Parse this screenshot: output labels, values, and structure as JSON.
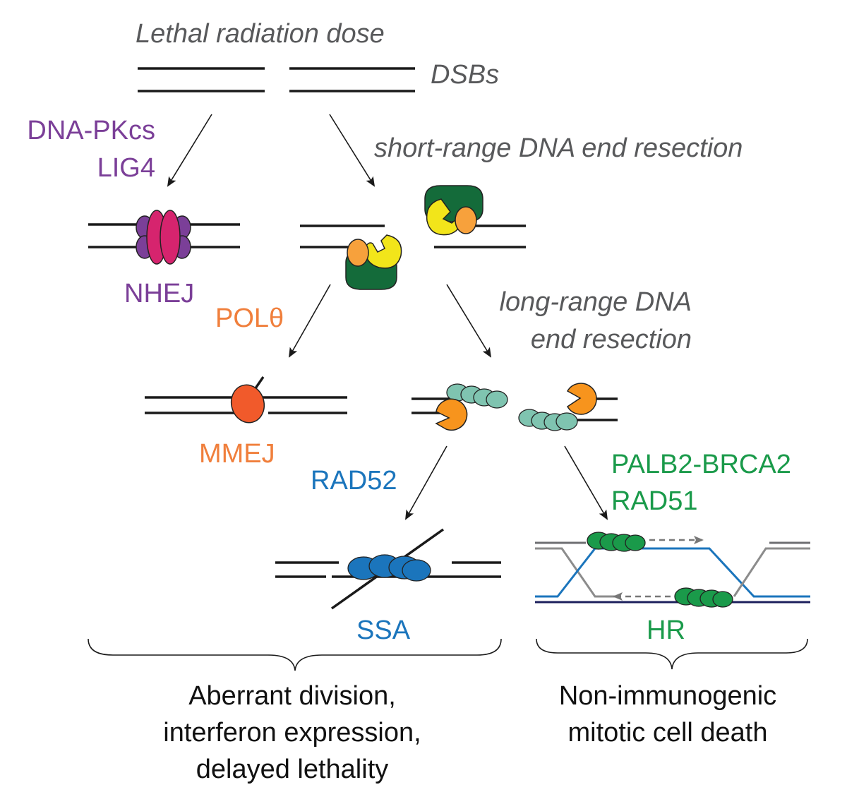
{
  "labels": {
    "lethal_dose": "Lethal radiation dose",
    "dsbs": "DSBs",
    "dnapkcs": "DNA-PKcs",
    "lig4": "LIG4",
    "short_range_resection": "short-range DNA end resection",
    "nhej": "NHEJ",
    "poltheta": "POLθ",
    "long_range_line1": "long-range DNA",
    "long_range_line2": "end resection",
    "mmej": "MMEJ",
    "rad52": "RAD52",
    "palb2_brca2": "PALB2-BRCA2",
    "rad51": "RAD51",
    "ssa": "SSA",
    "hr": "HR",
    "outcome_left_1": "Aberrant division,",
    "outcome_left_2": "interferon expression,",
    "outcome_left_3": "delayed lethality",
    "outcome_right_1": "Non-immunogenic",
    "outcome_right_2": "mitotic cell death"
  },
  "colors": {
    "text_gray": "#58595b",
    "purple": "#7b3f98",
    "magenta": "#d6246e",
    "orange": "#f07f3c",
    "red_orange": "#f15a2b",
    "yellow": "#f2e51a",
    "dark_green": "#146b3a",
    "teal": "#7fc4b0",
    "blue": "#1b75bc",
    "green": "#1a9a4a",
    "hr_gray": "#8c8c8c",
    "hr_navy": "#1c1f5c"
  }
}
